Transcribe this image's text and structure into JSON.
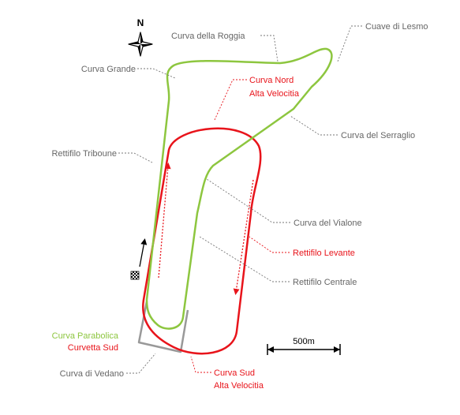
{
  "compass": {
    "label": "N"
  },
  "scale": {
    "label": "500m"
  },
  "labels": {
    "curva_della_roggia": "Curva della Roggia",
    "cuave_di_lesmo": "Cuave di Lesmo",
    "curva_grande": "Curva Grande",
    "curva_nord_line1": "Curva Nord",
    "curva_nord_line2": "Alta Velocitia",
    "curva_del_serraglio": "Curva del Serraglio",
    "rettifilo_triboune": "Rettifilo Triboune",
    "curva_del_vialone": "Curva del Vialone",
    "rettifilo_levante": "Rettifilo Levante",
    "rettifilo_centrale": "Rettifilo Centrale",
    "curva_parabolica": "Curva Parabolica",
    "curvetta_sud": "Curvetta Sud",
    "curva_di_vedano": "Curva di Vedano",
    "curva_sud_line1": "Curva Sud",
    "curva_sud_line2": "Alta Velocitia"
  },
  "colors": {
    "road_course": "#8dc63f",
    "oval": "#e8141b",
    "junior_link": "#999999",
    "label_grey": "#666666",
    "label_red": "#e8141b",
    "label_green": "#8dc63f"
  },
  "icons": {
    "compass": "compass-rose-icon",
    "start_finish": "checkered-flag-icon",
    "direction": "direction-arrow-icon"
  }
}
